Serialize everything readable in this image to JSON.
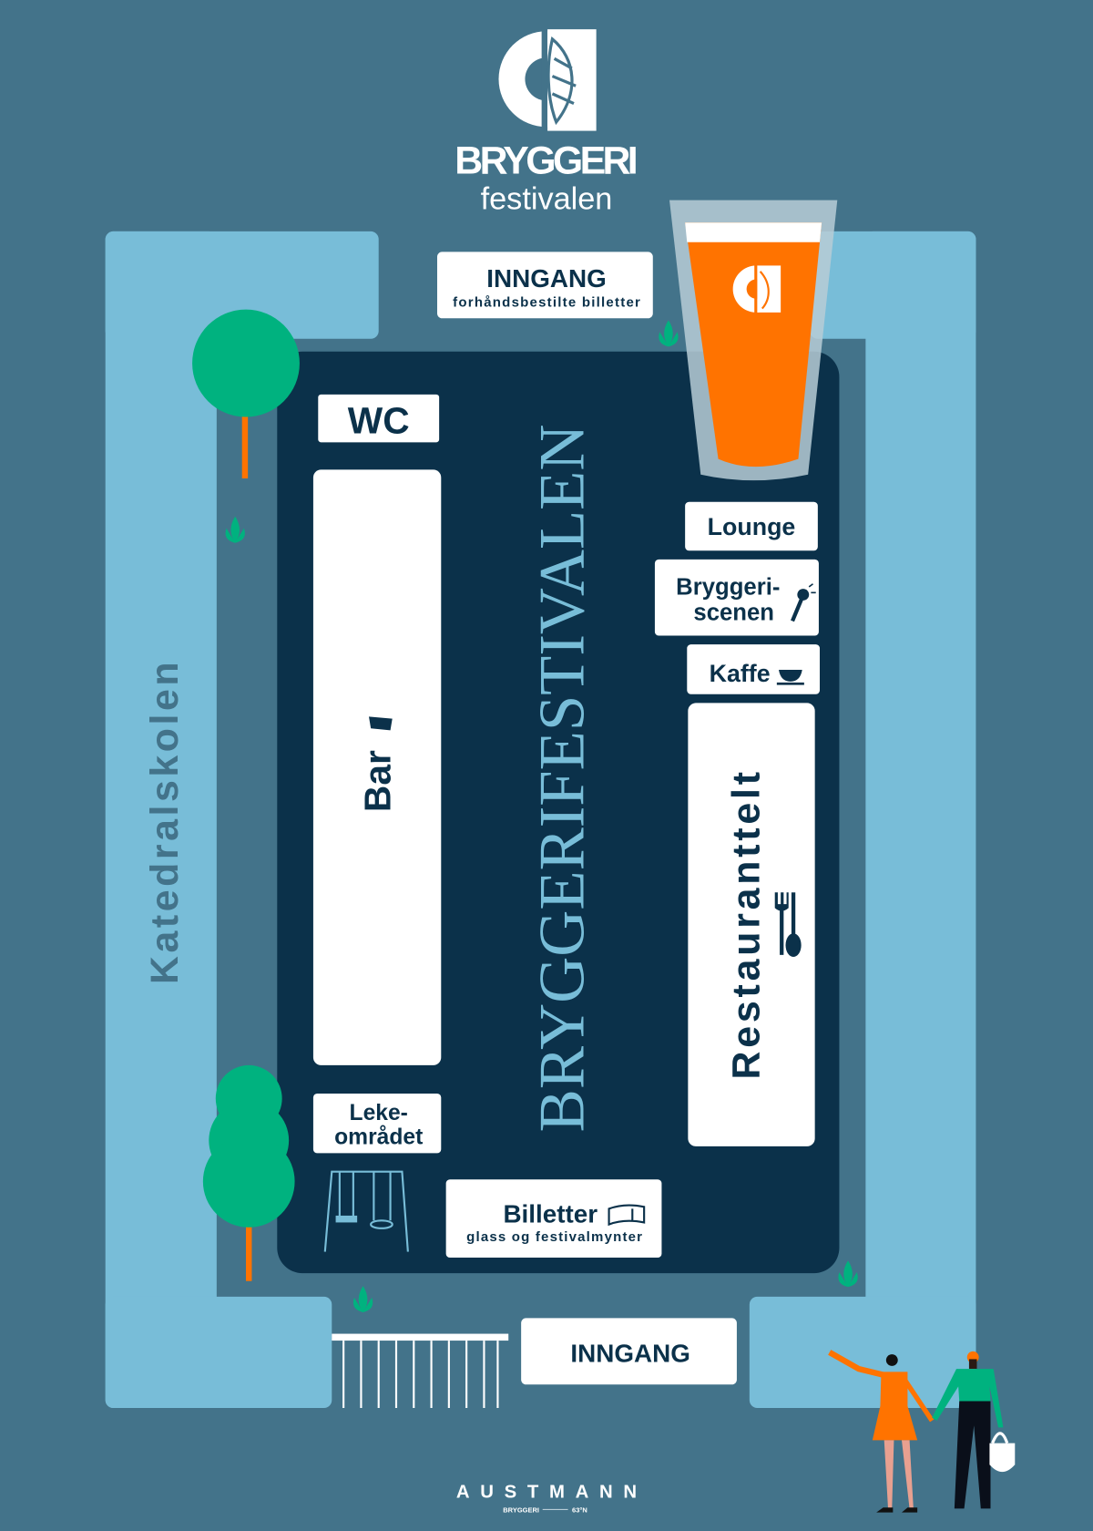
{
  "logo": {
    "line1": "BRYGGERI",
    "line2": "festivalen"
  },
  "entrances": {
    "top": {
      "title": "INNGANG",
      "subtitle": "forhåndsbestilte billetter"
    },
    "bottom": {
      "title": "INNGANG"
    }
  },
  "areas": {
    "wc": "WC",
    "bar": "Bar",
    "play_area": {
      "line1": "Leke-",
      "line2": "området"
    },
    "tickets": {
      "title": "Billetter",
      "subtitle": "glass og festivalmynter"
    },
    "lounge": "Lounge",
    "stage": {
      "line1": "Bryggeri-",
      "line2": "scenen"
    },
    "coffee": "Kaffe",
    "restaurant": "Restauranttelt"
  },
  "venue_title": "BRYGGERIFESTIVALEN",
  "building": "Katedralskolen",
  "sponsor": {
    "name": "AUSTMANN",
    "left": "BRYGGERI",
    "right": "63°N"
  },
  "colors": {
    "background": "#43738a",
    "street": "#78bdd8",
    "venue": "#0b314a",
    "tree": "#00b27f",
    "beer": "#ff7300"
  }
}
